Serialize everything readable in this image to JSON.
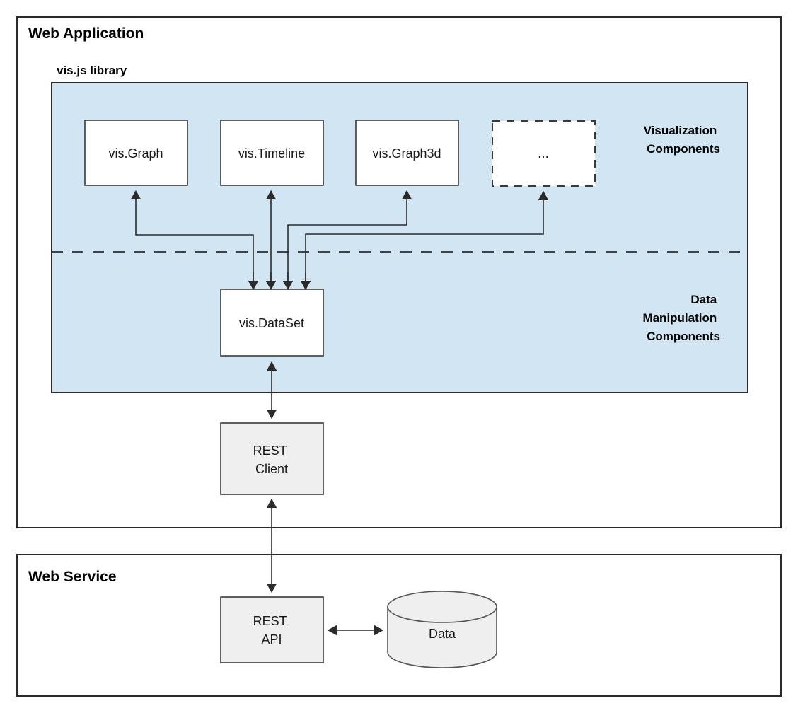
{
  "panels": {
    "web_application": {
      "title": "Web Application",
      "library_title": "vis.js library"
    },
    "web_service": {
      "title": "Web Service"
    }
  },
  "group_labels": {
    "visualization": [
      "Visualization",
      "Components"
    ],
    "data_manipulation": [
      "Data",
      "Manipulation",
      "Components"
    ]
  },
  "components": {
    "vis_graph": "vis.Graph",
    "vis_timeline": "vis.Timeline",
    "vis_graph3d": "vis.Graph3d",
    "more": "...",
    "vis_dataset": "vis.DataSet",
    "rest_client_line1": "REST",
    "rest_client_line2": "Client",
    "rest_api_line1": "REST",
    "rest_api_line2": "API",
    "database": "Data"
  },
  "colors": {
    "library_fill": "#d2e5f2",
    "box_fill": "#ffffff",
    "gray_fill": "#efefef",
    "stroke": "#2b2b2b"
  }
}
